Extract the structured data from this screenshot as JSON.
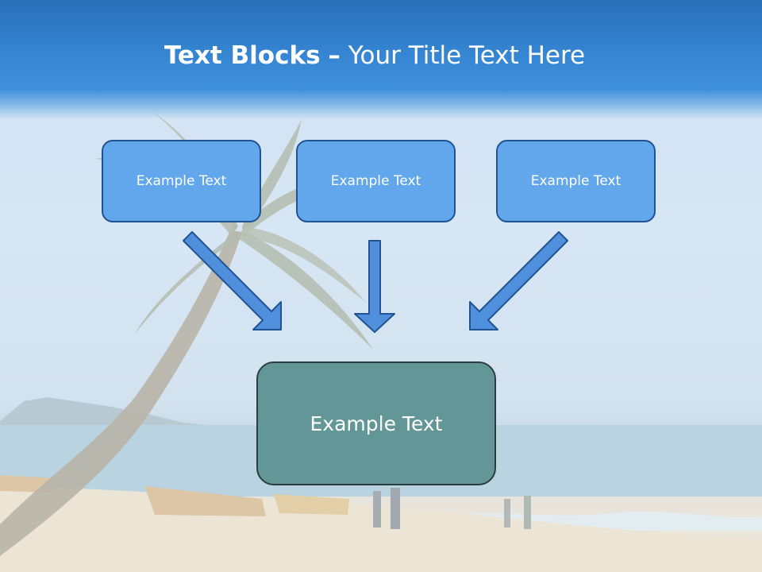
{
  "title": {
    "bold_part": "Text Blocks",
    "dash": "–",
    "rest": "Your Title Text Here"
  },
  "blocks": [
    {
      "label": "Example Text"
    },
    {
      "label": "Example Text"
    },
    {
      "label": "Example Text"
    }
  ],
  "center_block": {
    "label": "Example Text"
  },
  "colors": {
    "title_bar": "#3585d2",
    "block_fill": "#62a6ec",
    "block_border": "#1f5391",
    "center_fill": "#639696",
    "center_border": "#2b3d40",
    "arrow_fill": "#4f8fdc",
    "arrow_stroke": "#1f5391"
  }
}
